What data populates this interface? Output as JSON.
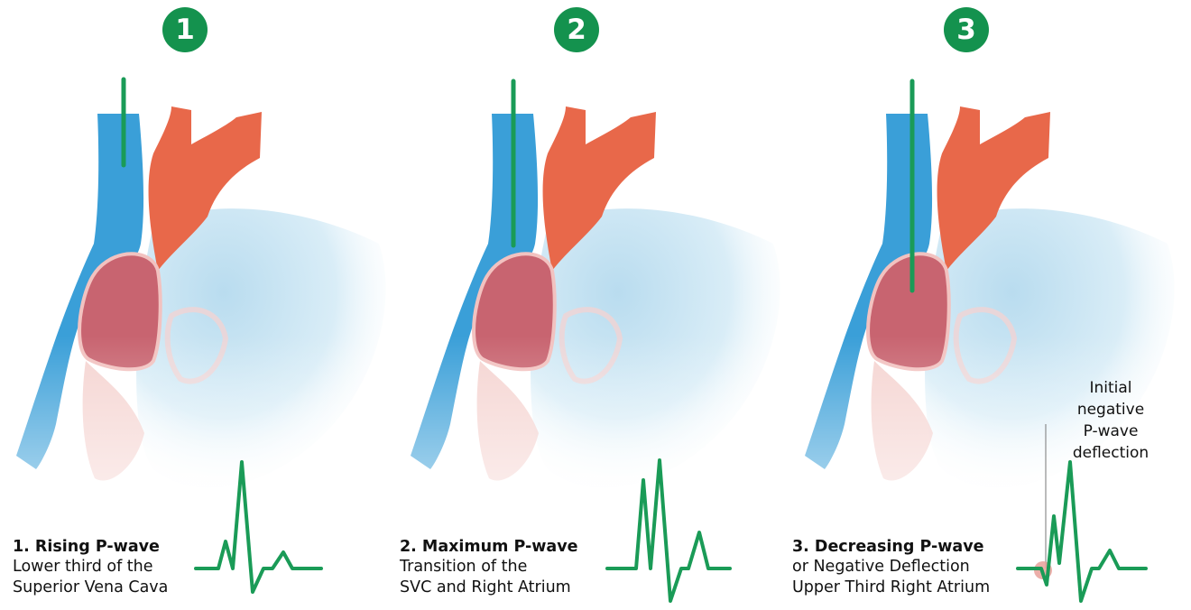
{
  "steps": [
    {
      "number": "1",
      "title": "1. Rising P-wave",
      "lines": [
        "Lower third of the",
        "Superior Vena Cava"
      ]
    },
    {
      "number": "2",
      "title": "2. Maximum P-wave",
      "lines": [
        "Transition of the",
        "SVC and Right Atrium"
      ]
    },
    {
      "number": "3",
      "title": "3. Decreasing P-wave",
      "lines": [
        "or Negative Deflection",
        "Upper Third Right Atrium"
      ]
    }
  ],
  "annotation": {
    "line1": "Initial negative",
    "line2": "P-wave deflection"
  },
  "colors": {
    "badge": "#14924e",
    "catheter": "#1a9b57",
    "ecg": "#1a9b57",
    "vena_cava": "#3a9fd8",
    "aorta": "#e8684a",
    "atrium": "#c86470",
    "heart_body": "#cfe7f3"
  }
}
